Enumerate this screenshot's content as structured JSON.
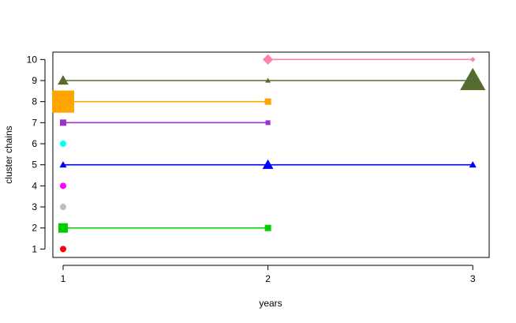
{
  "chart_data": {
    "type": "line",
    "title": "",
    "xlabel": "years",
    "ylabel": "cluster chains",
    "xlim": [
      0.95,
      3.08
    ],
    "ylim": [
      0.6,
      10.35
    ],
    "x_ticks": [
      1,
      2,
      3
    ],
    "y_ticks": [
      1,
      2,
      3,
      4,
      5,
      6,
      7,
      8,
      9,
      10
    ],
    "grid": false,
    "legend": "none",
    "series": [
      {
        "color": "#ff0000",
        "marker": "circle",
        "points": [
          {
            "x": 1,
            "y": 1,
            "size": "small"
          }
        ]
      },
      {
        "color": "#00cd00",
        "marker": "square",
        "points": [
          {
            "x": 1,
            "y": 2,
            "size": "medium"
          },
          {
            "x": 2,
            "y": 2,
            "size": "small"
          }
        ]
      },
      {
        "color": "#bebebe",
        "marker": "circle",
        "points": [
          {
            "x": 1,
            "y": 3,
            "size": "small"
          }
        ]
      },
      {
        "color": "#ff00ff",
        "marker": "circle",
        "points": [
          {
            "x": 1,
            "y": 4,
            "size": "small"
          }
        ]
      },
      {
        "color": "#0000ff",
        "marker": "triangle",
        "points": [
          {
            "x": 1,
            "y": 5,
            "size": "small"
          },
          {
            "x": 2,
            "y": 5,
            "size": "medium"
          },
          {
            "x": 3,
            "y": 5,
            "size": "small"
          }
        ]
      },
      {
        "color": "#00ffff",
        "marker": "circle",
        "points": [
          {
            "x": 1,
            "y": 6,
            "size": "small"
          }
        ]
      },
      {
        "color": "#9a32cd",
        "marker": "square",
        "points": [
          {
            "x": 1,
            "y": 7,
            "size": "small"
          },
          {
            "x": 2,
            "y": 7,
            "size": "tiny"
          }
        ]
      },
      {
        "color": "#ffa500",
        "marker": "square",
        "points": [
          {
            "x": 1,
            "y": 8,
            "size": "large"
          },
          {
            "x": 2,
            "y": 8,
            "size": "small"
          }
        ]
      },
      {
        "color": "#556b2f",
        "marker": "triangle",
        "points": [
          {
            "x": 1,
            "y": 9,
            "size": "medium"
          },
          {
            "x": 2,
            "y": 9,
            "size": "tiny"
          },
          {
            "x": 3,
            "y": 9,
            "size": "large"
          }
        ]
      },
      {
        "color": "#ff82ab",
        "marker": "diamond",
        "points": [
          {
            "x": 2,
            "y": 10,
            "size": "medium"
          },
          {
            "x": 3,
            "y": 10,
            "size": "tiny"
          }
        ]
      }
    ]
  }
}
